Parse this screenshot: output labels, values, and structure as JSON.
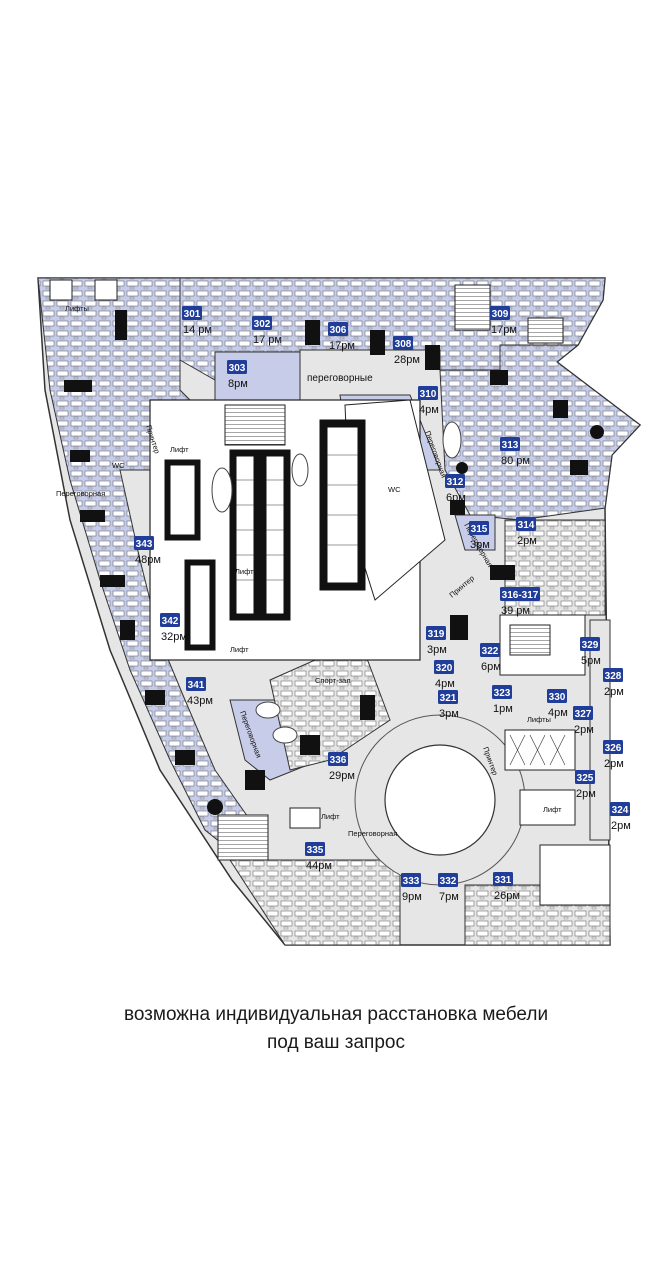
{
  "colors": {
    "rented": "#c7cde8",
    "free": "#e6e6e6",
    "badge": "#1f3d99",
    "wall": "#111111",
    "outline": "#333333"
  },
  "offices": [
    {
      "id": "301",
      "cap": "14 рм"
    },
    {
      "id": "302",
      "cap": "17 рм"
    },
    {
      "id": "306",
      "cap": "17рм"
    },
    {
      "id": "308",
      "cap": "28рм"
    },
    {
      "id": "309",
      "cap": "17рм"
    },
    {
      "id": "303",
      "cap": "8рм"
    },
    {
      "id": "310",
      "cap": "4рм"
    },
    {
      "id": "313",
      "cap": "80 рм"
    },
    {
      "id": "312",
      "cap": "6рм"
    },
    {
      "id": "315",
      "cap": "3рм"
    },
    {
      "id": "314",
      "cap": "2рм"
    },
    {
      "id": "316-317",
      "cap": "39 рм"
    },
    {
      "id": "343",
      "cap": "48рм"
    },
    {
      "id": "342",
      "cap": "32рм"
    },
    {
      "id": "341",
      "cap": "43рм"
    },
    {
      "id": "319",
      "cap": "3рм"
    },
    {
      "id": "320",
      "cap": "4рм"
    },
    {
      "id": "321",
      "cap": "3рм"
    },
    {
      "id": "322",
      "cap": "6рм"
    },
    {
      "id": "323",
      "cap": "1рм"
    },
    {
      "id": "330",
      "cap": "4рм"
    },
    {
      "id": "329",
      "cap": "5рм"
    },
    {
      "id": "328",
      "cap": "2рм"
    },
    {
      "id": "327",
      "cap": "2рм"
    },
    {
      "id": "326",
      "cap": "2рм"
    },
    {
      "id": "325",
      "cap": "2рм"
    },
    {
      "id": "324",
      "cap": "2рм"
    },
    {
      "id": "336",
      "cap": "29рм"
    },
    {
      "id": "335",
      "cap": "44рм"
    },
    {
      "id": "333",
      "cap": "9рм"
    },
    {
      "id": "332",
      "cap": "7рм"
    },
    {
      "id": "331",
      "cap": "26рм"
    }
  ],
  "labels": {
    "lifts_top": "Лифты",
    "wc_left": "WC",
    "wc_center": "WC",
    "meeting_left": "Переговорная",
    "meetings_top": "переговорные",
    "meeting_diag": "Переговорная",
    "meeting_lower": "Переговорная",
    "meeting_bottom": "Переговорная",
    "printer_left": "Принтер",
    "printer_mid": "Принтер",
    "printer_right": "Принтер",
    "lift_a": "Лифт",
    "lift_b": "Лифт",
    "lift_c": "Лифт",
    "lift_d": "Лифт",
    "lifts_center": "Лифты",
    "lifts_right": "Лифты",
    "gym": "Спорт-зал"
  },
  "caption": {
    "line1": "возможна индивидуальная расстановка мебели",
    "line2": "под ваш запрос"
  }
}
